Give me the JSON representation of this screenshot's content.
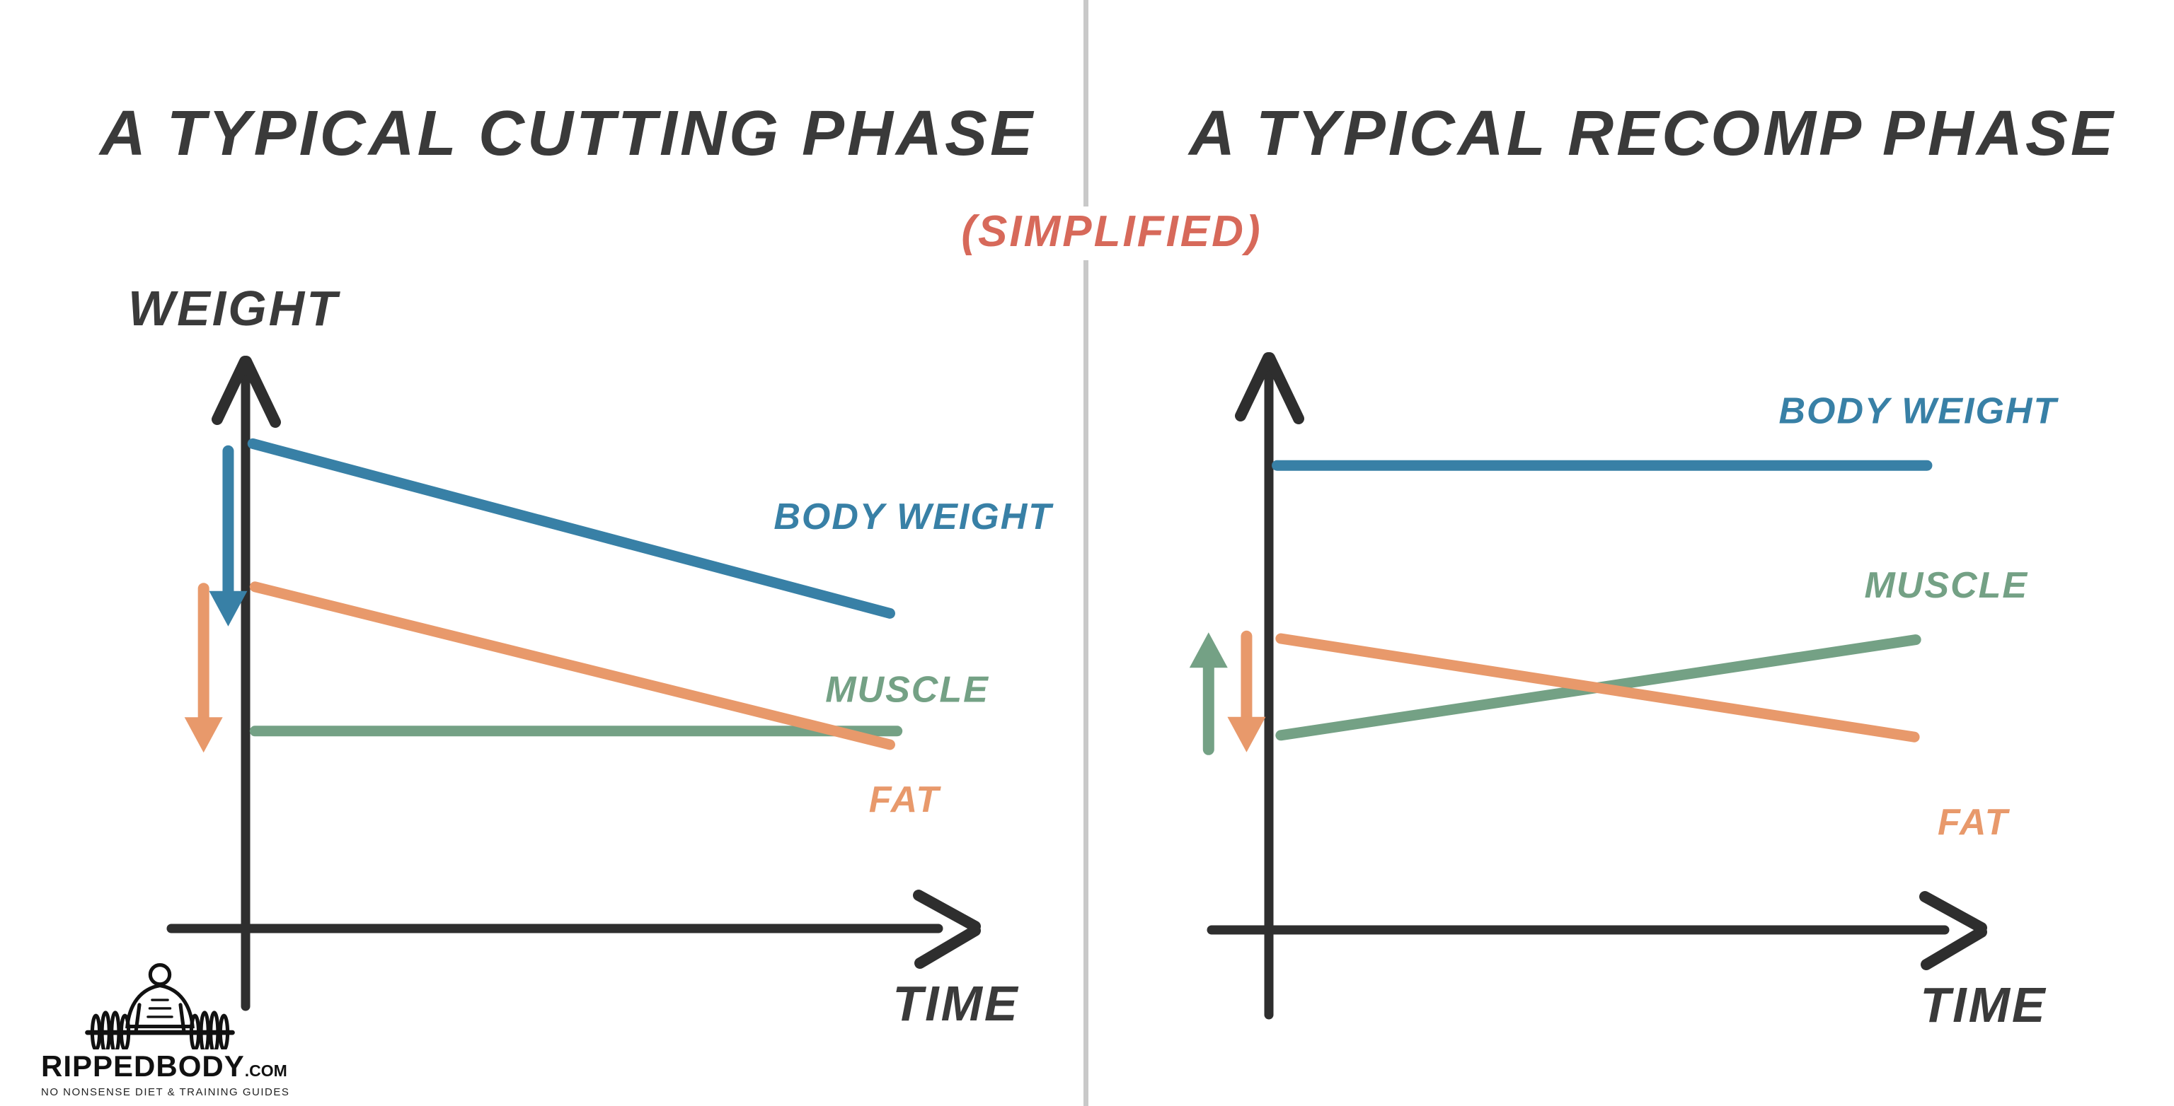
{
  "header": {
    "subtitle": "(SIMPLIFIED)"
  },
  "colors": {
    "body_weight": "#3880a6",
    "fat": "#e8996b",
    "muscle": "#74a185",
    "ink": "#2e2e2e",
    "title_ink": "#3a3a3a",
    "accent_red": "#d7695a",
    "divider_gray": "#c9c9c9"
  },
  "chart_data": [
    {
      "type": "line",
      "title": "A TYPICAL CUTTING PHASE",
      "xlabel": "TIME",
      "ylabel": "WEIGHT",
      "x_range": [
        0,
        1
      ],
      "y_range": [
        0,
        1
      ],
      "grid": false,
      "legend": "inline-labels",
      "series": [
        {
          "name": "BODY WEIGHT",
          "key": "body_weight",
          "trend": "decreasing",
          "points": [
            [
              0.01,
              0.857
            ],
            [
              0.89,
              0.557
            ]
          ],
          "label_pos": [
            0.922,
            0.729
          ]
        },
        {
          "name": "MUSCLE",
          "key": "muscle",
          "trend": "flat",
          "points": [
            [
              0.013,
              0.349
            ],
            [
              0.9,
              0.349
            ]
          ],
          "label_pos": [
            0.914,
            0.423
          ]
        },
        {
          "name": "FAT",
          "key": "fat",
          "trend": "decreasing",
          "points": [
            [
              0.013,
              0.604
            ],
            [
              0.89,
              0.325
            ]
          ],
          "label_pos": [
            0.91,
            0.229
          ]
        }
      ],
      "arrows": [
        {
          "series": "BODY WEIGHT",
          "key": "body_weight",
          "direction": "down",
          "u": -0.024,
          "v_from": 0.844,
          "v_to": 0.539
        },
        {
          "series": "FAT",
          "key": "fat",
          "direction": "down",
          "u": -0.058,
          "v_from": 0.601,
          "v_to": 0.316
        }
      ]
    },
    {
      "type": "line",
      "title": "A TYPICAL RECOMP PHASE",
      "xlabel": "TIME",
      "ylabel": "",
      "x_range": [
        0,
        1
      ],
      "y_range": [
        0,
        1
      ],
      "grid": false,
      "legend": "inline-labels",
      "series": [
        {
          "name": "BODY WEIGHT",
          "key": "body_weight",
          "trend": "flat",
          "points": [
            [
              0.011,
              0.821
            ],
            [
              0.884,
              0.821
            ]
          ],
          "label_pos": [
            0.872,
            0.918
          ]
        },
        {
          "name": "MUSCLE",
          "key": "muscle",
          "trend": "increasing",
          "points": [
            [
              0.016,
              0.344
            ],
            [
              0.869,
              0.513
            ]
          ],
          "label_pos": [
            0.91,
            0.61
          ]
        },
        {
          "name": "FAT",
          "key": "fat",
          "trend": "decreasing",
          "points": [
            [
              0.016,
              0.515
            ],
            [
              0.867,
              0.341
            ]
          ],
          "label_pos": [
            0.946,
            0.191
          ]
        }
      ],
      "arrows": [
        {
          "series": "MUSCLE",
          "key": "muscle",
          "direction": "up",
          "u": -0.081,
          "v_from": 0.319,
          "v_to": 0.521
        },
        {
          "series": "FAT",
          "key": "fat",
          "direction": "down",
          "u": -0.03,
          "v_from": 0.519,
          "v_to": 0.319
        }
      ]
    }
  ],
  "logo": {
    "brand": "RIPPEDBODY",
    "domain": ".COM",
    "tagline": "NO NONSENSE DIET & TRAINING GUIDES"
  }
}
